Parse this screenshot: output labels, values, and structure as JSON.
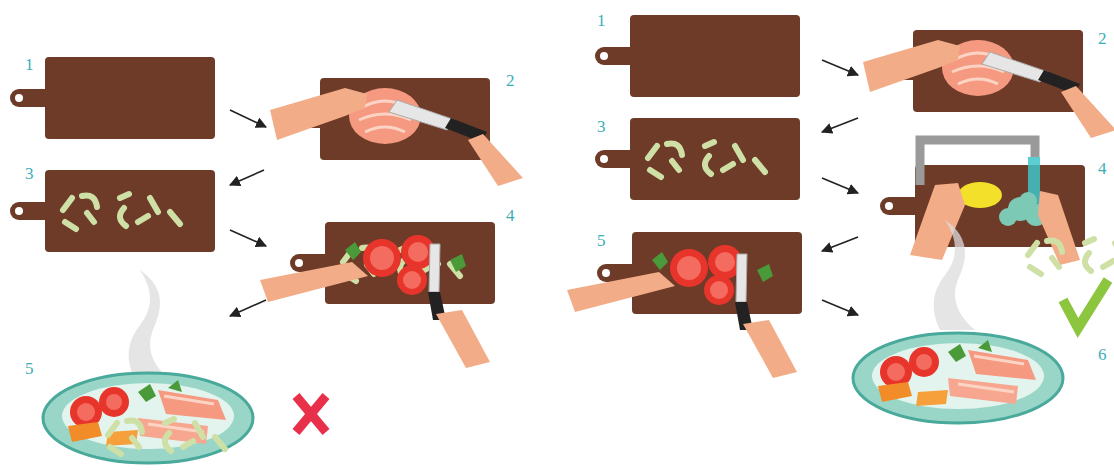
{
  "diagram": {
    "labels": [
      "1",
      "2",
      "3",
      "4",
      "5",
      "1",
      "2",
      "3",
      "4",
      "5",
      "6"
    ]
  }
}
